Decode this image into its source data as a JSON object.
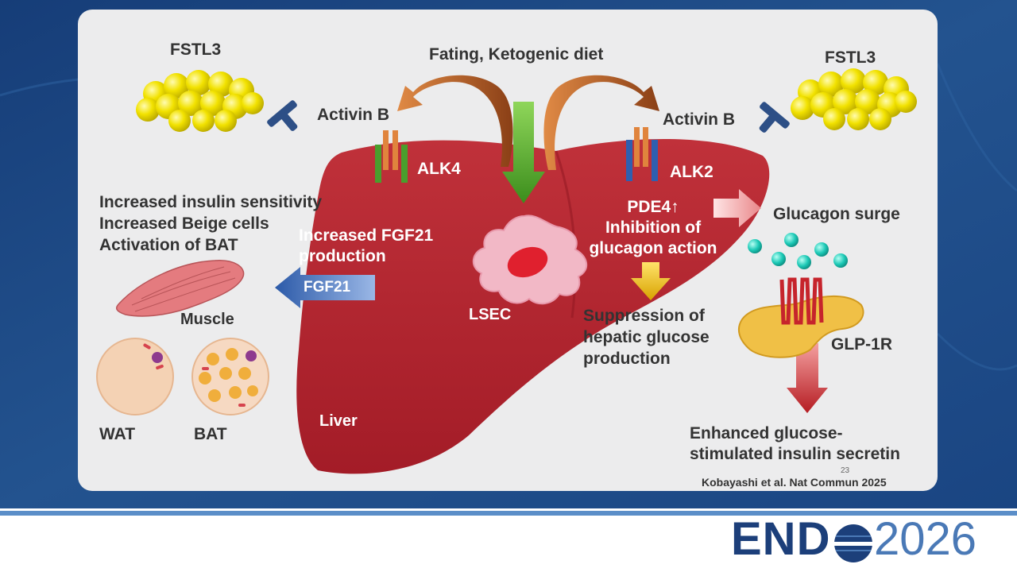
{
  "diagram": {
    "diet_label": "Fating, Ketogenic diet",
    "left": {
      "fstl3": "FSTL3",
      "activin": "Activin B",
      "receptor": "ALK4",
      "effects": [
        "Increased insulin sensitivity",
        "Increased Beige cells",
        "Activation of BAT"
      ],
      "fgf21_production": [
        "Increased FGF21",
        "production"
      ],
      "fgf21_arrow": "FGF21",
      "muscle": "Muscle",
      "wat": "WAT",
      "bat": "BAT",
      "liver": "Liver"
    },
    "center": {
      "lsec": "LSEC"
    },
    "right": {
      "fstl3": "FSTL3",
      "activin": "Activin B",
      "receptor": "ALK2",
      "pde4": "PDE4↑",
      "inhibition": [
        "Inhibition of",
        "glucagon action"
      ],
      "suppression": [
        "Suppression of",
        "hepatic glucose",
        "production"
      ],
      "glucagon": "Glucagon surge",
      "glp1r": "GLP-1R",
      "insulin": [
        "Enhanced glucose-",
        "stimulated insulin secretin"
      ]
    },
    "page_number": "23",
    "reference": "Kobayashi et al. Nat Commun 2025"
  },
  "branding": {
    "logo_left": "END",
    "logo_right": "2026"
  },
  "colors": {
    "background_blue": "#1d4a8a",
    "panel": "#ececed",
    "liver": "#b3222c",
    "fstl3_yellow": "#f2e200",
    "fgf21_arrow": "#3a65b0",
    "green_arrow": "#5caa2e",
    "brown_arrow": "#b5602a",
    "logo_navy": "#1c3f7a"
  }
}
